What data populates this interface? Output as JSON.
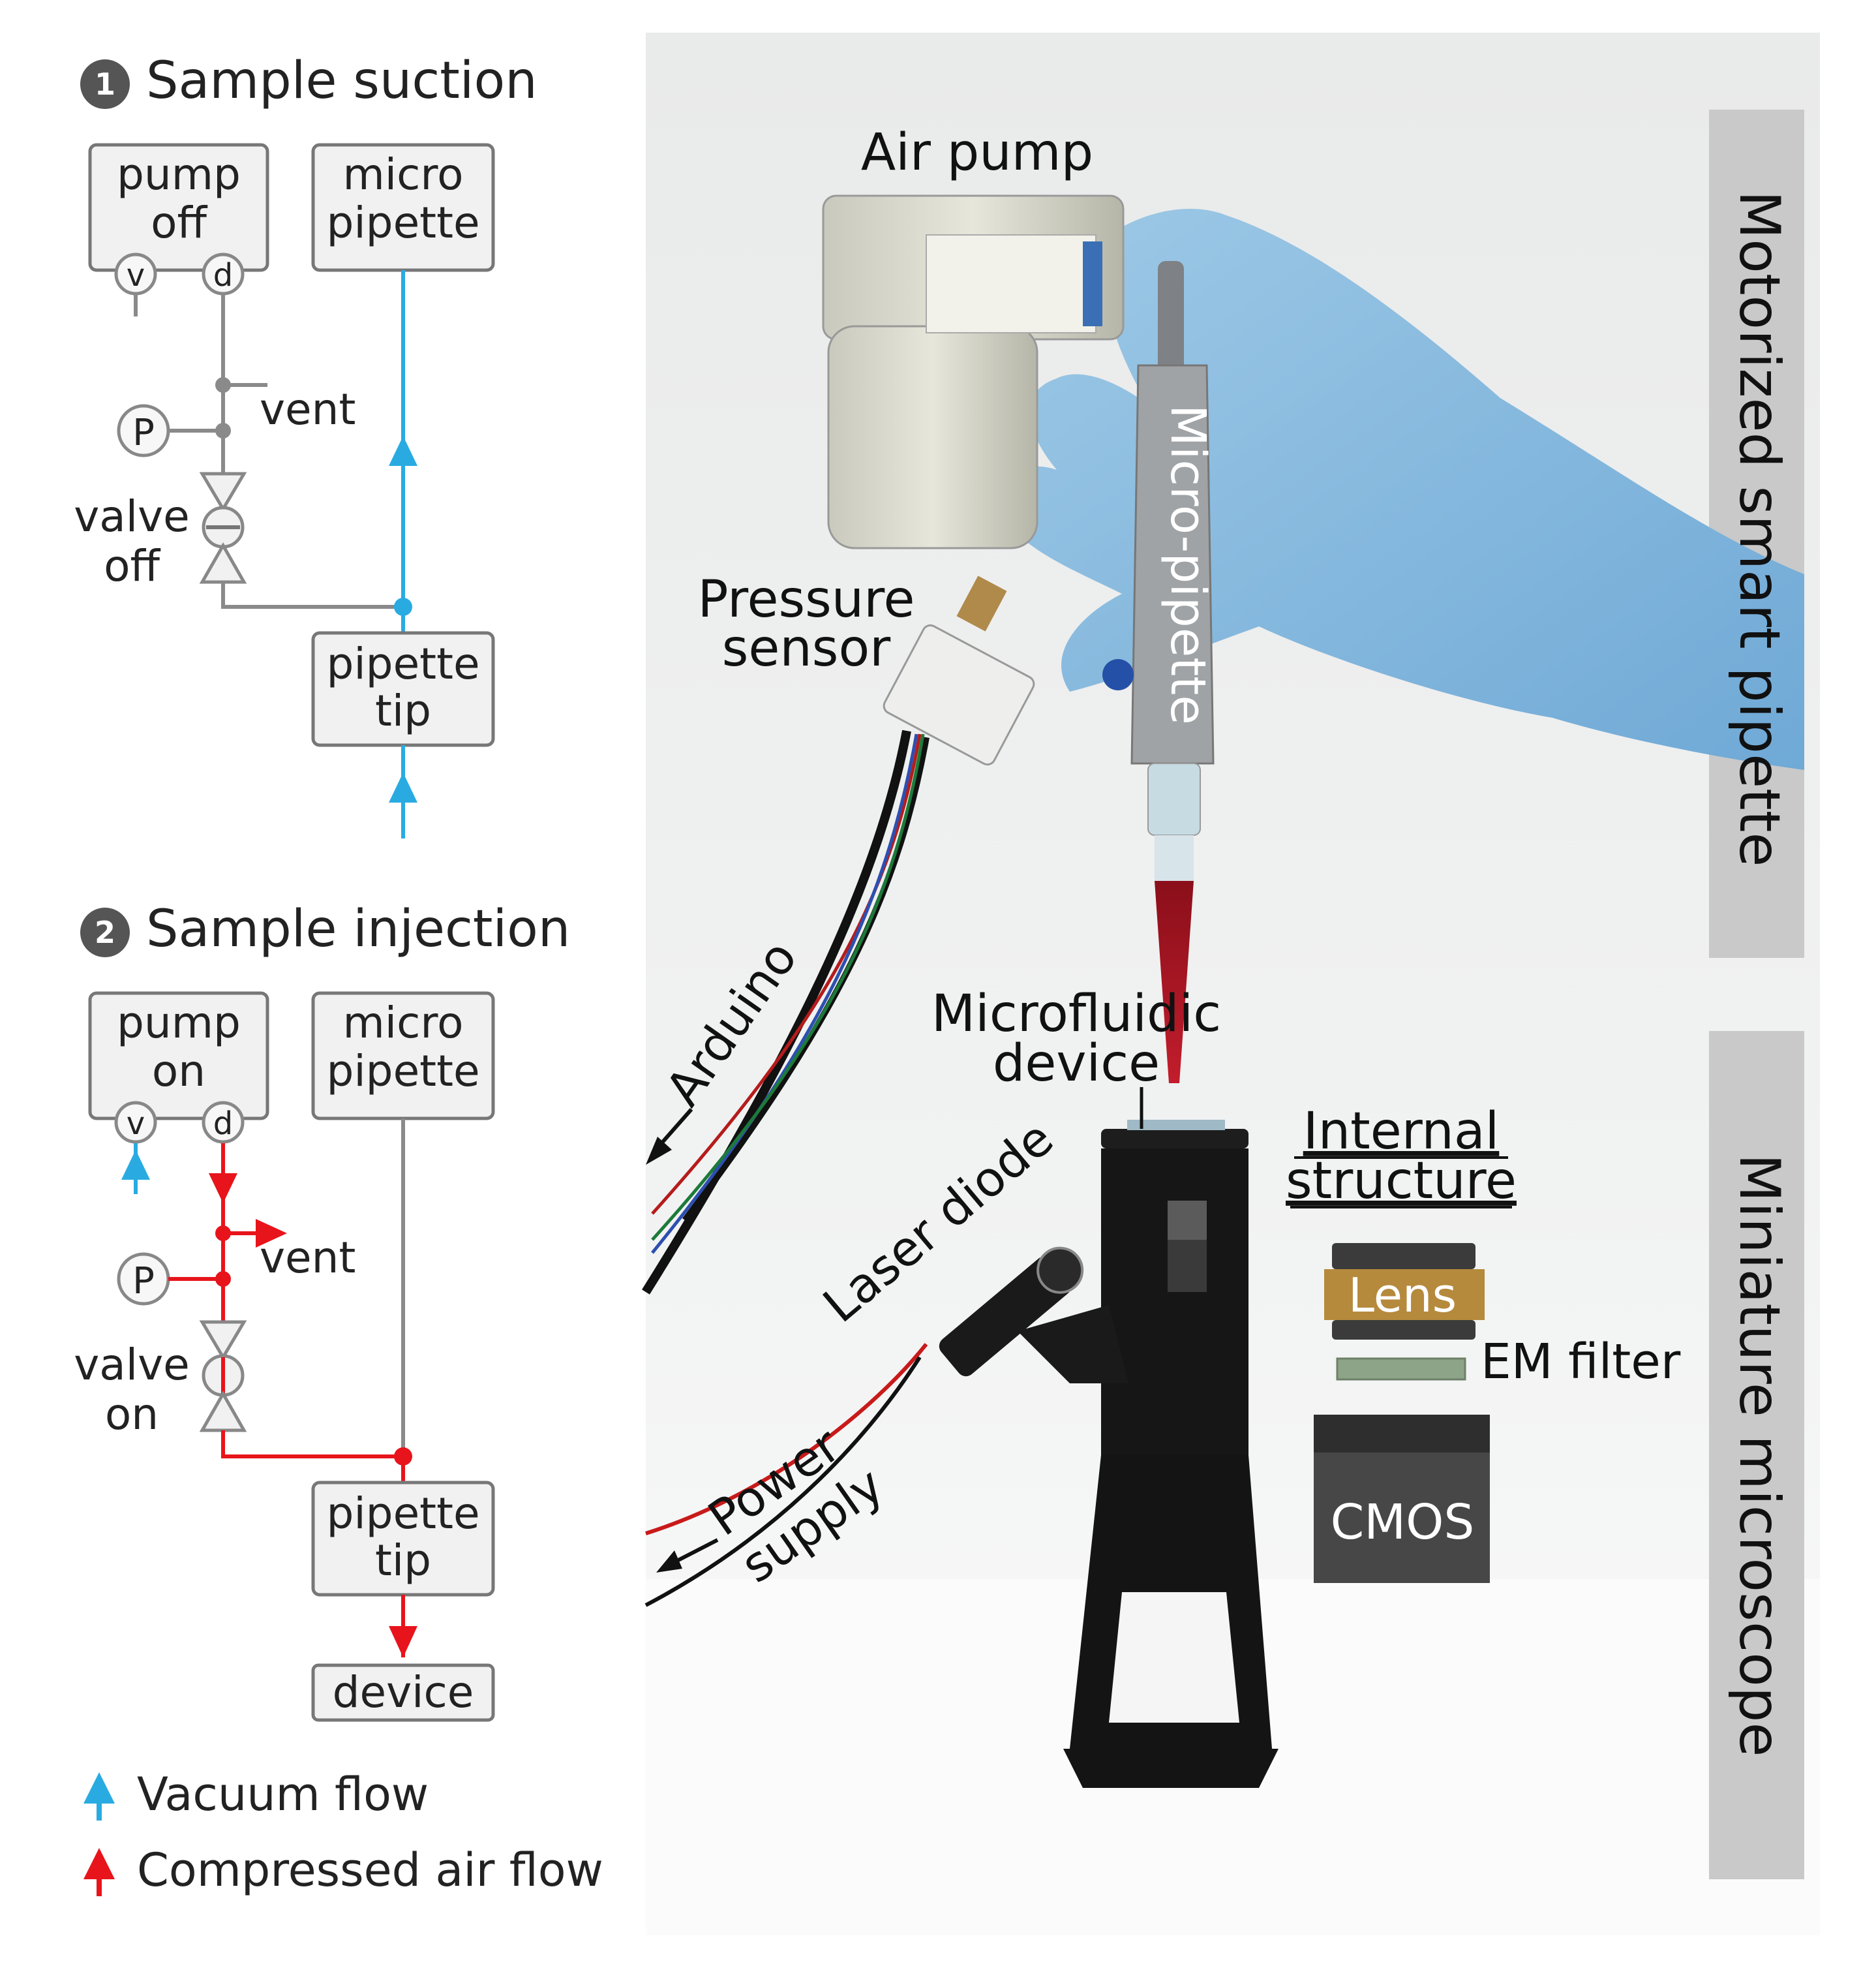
{
  "colors": {
    "vacuum": "#29abe2",
    "compressed": "#e8141b",
    "line_gray": "#8a8a8a",
    "box_fill": "#f1f1f1",
    "sidebar_gray": "#c9c9c9",
    "number_badge": "#555555"
  },
  "step1": {
    "number": "1",
    "title": "Sample suction",
    "pump_line1": "pump",
    "pump_line2": "off",
    "port_v": "v",
    "port_d": "d",
    "pipette_line1": "micro",
    "pipette_line2": "pipette",
    "vent": "vent",
    "p": "P",
    "valve_line1": "valve",
    "valve_line2": "off",
    "tip_line1": "pipette",
    "tip_line2": "tip"
  },
  "step2": {
    "number": "2",
    "title": "Sample injection",
    "pump_line1": "pump",
    "pump_line2": "on",
    "port_v": "v",
    "port_d": "d",
    "pipette_line1": "micro",
    "pipette_line2": "pipette",
    "vent": "vent",
    "p": "P",
    "valve_line1": "valve",
    "valve_line2": "on",
    "tip_line1": "pipette",
    "tip_line2": "tip",
    "device": "device"
  },
  "legend": {
    "vacuum": "Vacuum flow",
    "compressed": "Compressed air flow"
  },
  "photo": {
    "air_pump": "Air pump",
    "pressure_line1": "Pressure",
    "pressure_line2": "sensor",
    "micro_pipette": "Micro-pipette",
    "arduino": "Arduino",
    "microfluidic_line1": "Microfluidic",
    "microfluidic_line2": "device",
    "laser_diode": "Laser diode",
    "power_line1": "Power",
    "power_line2": "supply",
    "internal_line1": "Internal",
    "internal_line2": "structure",
    "lens": "Lens",
    "em_filter": "EM filter",
    "cmos": "CMOS",
    "motorized": "Motorized smart pipette",
    "miniature": "Miniature microscope"
  }
}
